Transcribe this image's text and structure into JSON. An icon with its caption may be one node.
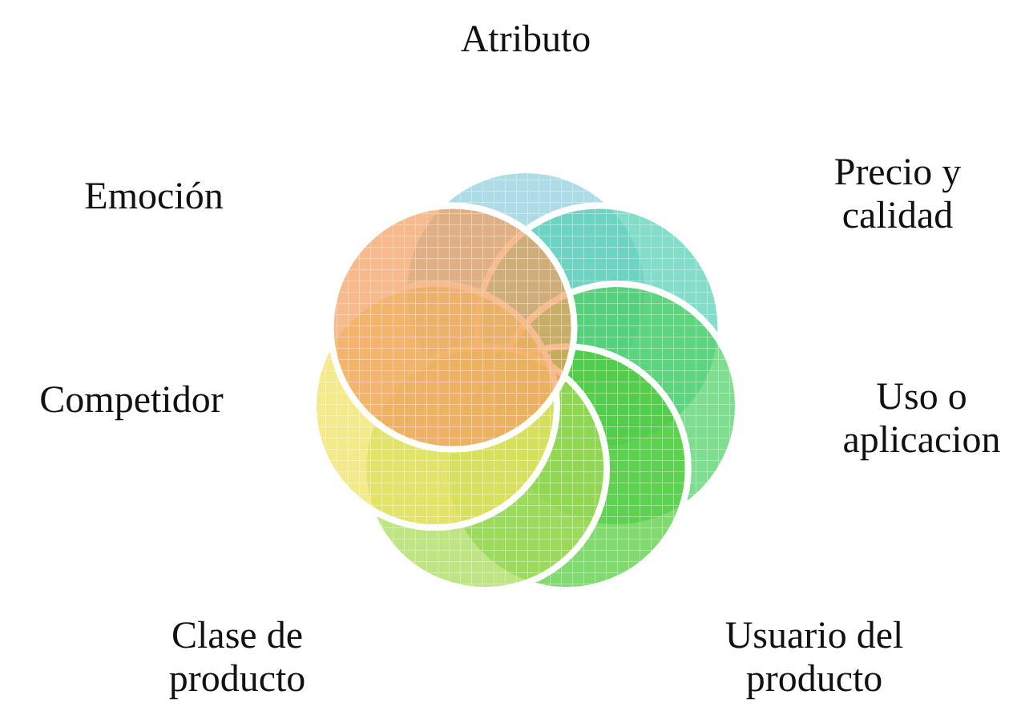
{
  "diagram": {
    "nodes": [
      {
        "text": [
          "Atributo"
        ]
      },
      {
        "text": [
          "Precio y calidad"
        ]
      },
      {
        "text": [
          "Uso o aplicacion"
        ]
      },
      {
        "text": [
          "Usuario del producto"
        ]
      },
      {
        "text": [
          "Clase de producto"
        ]
      },
      {
        "text": [
          "Competidor"
        ]
      },
      {
        "text": [
          "Emoción"
        ]
      }
    ]
  }
}
